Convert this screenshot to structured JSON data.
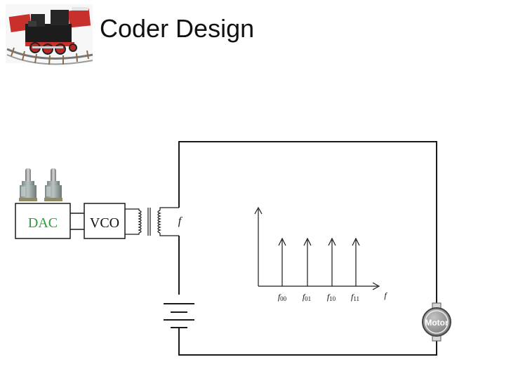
{
  "slide": {
    "title": "Coder Design"
  },
  "blocks": {
    "dac_label": "DAC",
    "vco_label": "VCO",
    "output_label": "f",
    "motor_label": "Motor"
  },
  "spectrum": {
    "axis_label": "f",
    "ticks": [
      {
        "base": "f",
        "sub": "00"
      },
      {
        "base": "f",
        "sub": "01"
      },
      {
        "base": "f",
        "sub": "10"
      },
      {
        "base": "f",
        "sub": "11"
      }
    ]
  },
  "colors": {
    "dac_text": "#2e9b3e",
    "line": "#1a1a1a",
    "train_red": "#c8302c",
    "motor_fill": "#9a9a9a"
  },
  "icons": {
    "logo": "toy-train-icon",
    "switch": "toggle-switch-icon",
    "transformer": "transformer-icon",
    "battery": "battery-icon",
    "motor": "motor-icon"
  }
}
